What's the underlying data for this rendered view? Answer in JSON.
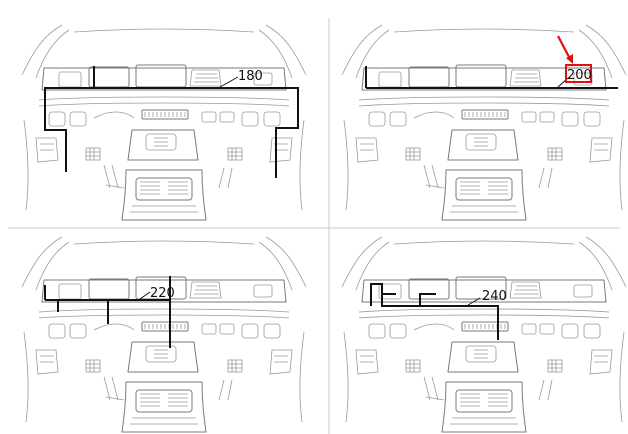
{
  "panels": [
    {
      "label": "180",
      "highlighted": false
    },
    {
      "label": "200",
      "highlighted": true
    },
    {
      "label": "220",
      "highlighted": false
    },
    {
      "label": "240",
      "highlighted": false
    }
  ],
  "colors": {
    "harness": "#111111",
    "highlight": "#e01010",
    "sketch": "#9a9a9a",
    "divider": "#c8c8c8"
  },
  "icons": {
    "arrow": "red-arrow-icon"
  }
}
